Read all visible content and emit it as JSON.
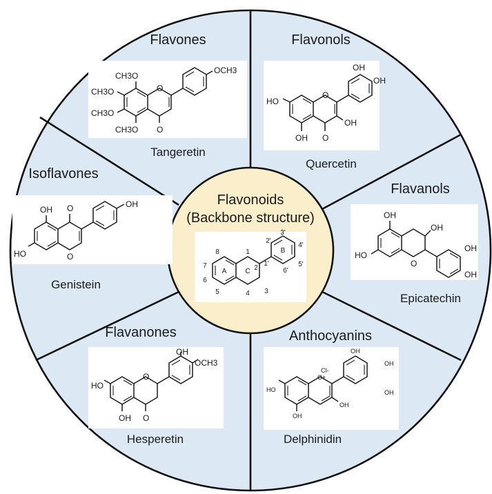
{
  "colors": {
    "sector_fill": "#dce9f5",
    "center_fill": "#fbefcb",
    "outline": "#111111",
    "structure_box": "#ffffff"
  },
  "center": {
    "title_line1": "Flavonoids",
    "title_line2": "(Backbone structure)",
    "ring_labels": [
      "A",
      "C",
      "B"
    ],
    "position_labels": [
      "1",
      "2",
      "3",
      "4",
      "5",
      "6",
      "7",
      "8",
      "1'",
      "2'",
      "3'",
      "4'",
      "5'",
      "6'"
    ]
  },
  "classes": [
    {
      "class_name": "Flavones",
      "compound": "Tangeretin",
      "atom_labels": [
        "OCH3",
        "CH3O",
        "CH3O",
        "CH3O",
        "CH3O",
        "O",
        "O"
      ]
    },
    {
      "class_name": "Flavonols",
      "compound": "Quercetin",
      "atom_labels": [
        "HO",
        "OH",
        "OH",
        "OH",
        "OH",
        "O",
        "O"
      ]
    },
    {
      "class_name": "Flavanols",
      "compound": "Epicatechin",
      "atom_labels": [
        "OH",
        "OH",
        "HO",
        "O",
        "OH",
        "OH"
      ]
    },
    {
      "class_name": "Anthocyanins",
      "compound": "Delphinidin",
      "atom_labels": [
        "Cl-",
        "O+",
        "OH",
        "OH",
        "OH",
        "HO",
        "OH",
        "OH"
      ]
    },
    {
      "class_name": "Flavanones",
      "compound": "Hesperetin",
      "atom_labels": [
        "OH",
        "OCH3",
        "HO",
        "O",
        "OH",
        "O"
      ]
    },
    {
      "class_name": "Isoflavones",
      "compound": "Genistein",
      "atom_labels": [
        "OH",
        "O",
        "OH",
        "HO",
        "O"
      ]
    }
  ]
}
